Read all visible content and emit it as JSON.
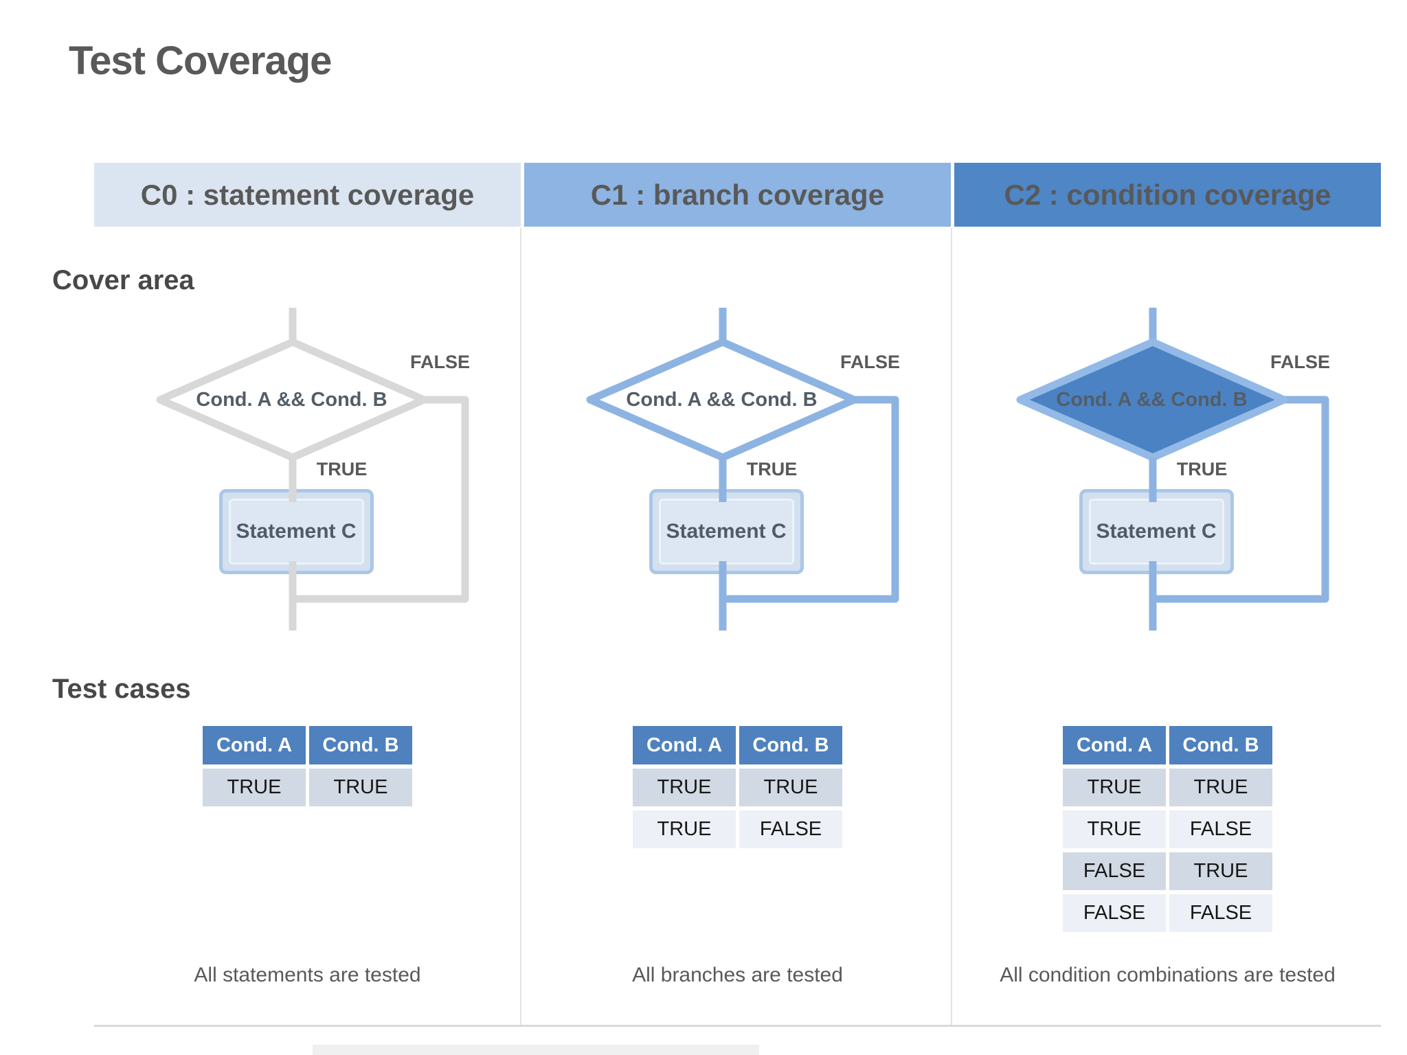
{
  "title": "Test Coverage",
  "row_labels": {
    "cover_area": "Cover area",
    "test_cases": "Test cases"
  },
  "columns": [
    {
      "id": "C0",
      "header": "C0 : statement coverage",
      "flowchart": {
        "condition": "Cond. A && Cond. B",
        "true_label": "TRUE",
        "false_label": "FALSE",
        "statement": "Statement C"
      },
      "table": {
        "headers": [
          "Cond. A",
          "Cond. B"
        ],
        "rows": [
          [
            "TRUE",
            "TRUE"
          ]
        ]
      },
      "caption": "All statements are tested"
    },
    {
      "id": "C1",
      "header": "C1 : branch coverage",
      "flowchart": {
        "condition": "Cond. A && Cond. B",
        "true_label": "TRUE",
        "false_label": "FALSE",
        "statement": "Statement C"
      },
      "table": {
        "headers": [
          "Cond. A",
          "Cond. B"
        ],
        "rows": [
          [
            "TRUE",
            "TRUE"
          ],
          [
            "TRUE",
            "FALSE"
          ]
        ]
      },
      "caption": "All branches are tested"
    },
    {
      "id": "C2",
      "header": "C2 : condition coverage",
      "flowchart": {
        "condition": "Cond. A && Cond. B",
        "true_label": "TRUE",
        "false_label": "FALSE",
        "statement": "Statement C"
      },
      "table": {
        "headers": [
          "Cond. A",
          "Cond. B"
        ],
        "rows": [
          [
            "TRUE",
            "TRUE"
          ],
          [
            "TRUE",
            "FALSE"
          ],
          [
            "FALSE",
            "TRUE"
          ],
          [
            "FALSE",
            "FALSE"
          ]
        ]
      },
      "caption": "All condition combinations are tested"
    }
  ],
  "colors": {
    "header_c0_bg": "#dbe5f1",
    "header_c1_bg": "#8db4e2",
    "header_c2_bg": "#4e86c6",
    "header_text": "#595959",
    "flow_gray": "#d8d8d8",
    "flow_blue": "#8db3e2",
    "diamond_fill_c2": "#4a82c4",
    "table_header_bg": "#4e81bd",
    "table_row_dark": "#d1d9e4",
    "table_row_light": "#edf0f6",
    "body_text": "#595959"
  }
}
